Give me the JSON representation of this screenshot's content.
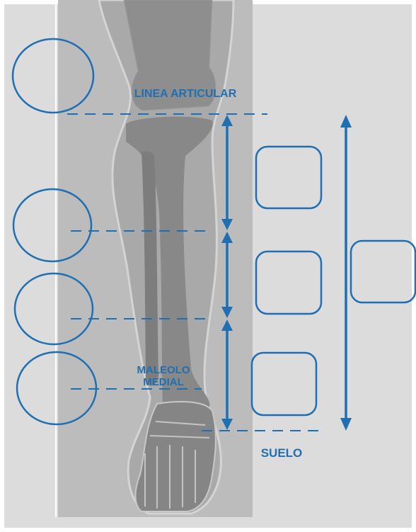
{
  "labels": {
    "joint_line": "LINEA ARTICULAR",
    "malleolus_line1": "MALEOLO",
    "malleolus_line2": "MEDIAL",
    "floor": "SUELO"
  },
  "colors": {
    "accent": "#1f6fb2",
    "panel_bg": "#dcdcdc",
    "xray_bg": "#bcbcbc",
    "bone": "#8e8e8e"
  }
}
